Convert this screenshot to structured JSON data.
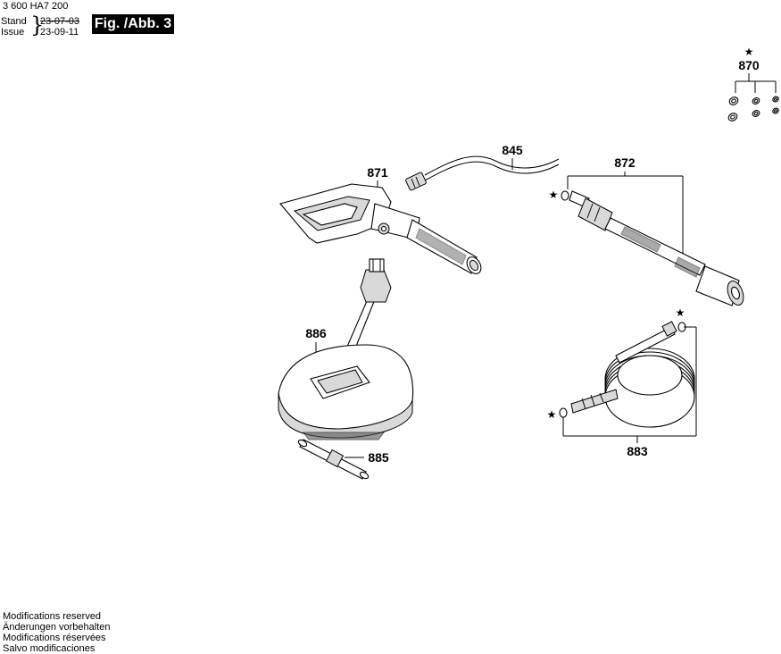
{
  "header": {
    "doc_number": "3 600 HA7 200",
    "stand_label": "Stand",
    "issue_label": "Issue",
    "date_old": "23-07-03",
    "date_new": "23-09-11",
    "figure_label": "Fig. /Abb. 3"
  },
  "parts": {
    "p870": "870",
    "p845": "845",
    "p871": "871",
    "p872": "872",
    "p886": "886",
    "p885": "885",
    "p883": "883"
  },
  "star_symbol": "★",
  "footer": {
    "lines": [
      "Modifications reserved",
      "Änderungen vorbehalten",
      "Modifications réservées",
      "Salvo modificaciones"
    ]
  }
}
